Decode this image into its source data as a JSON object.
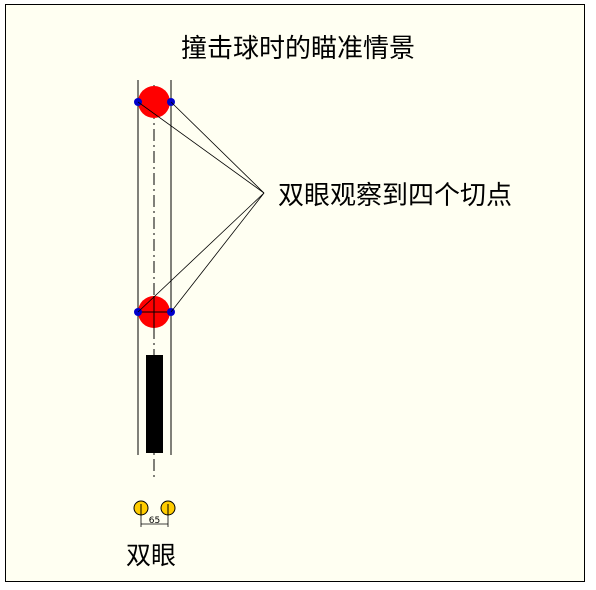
{
  "title": "撞击球时的瞄准情景",
  "callout": "双眼观察到四个切点",
  "eyes_label": "双眼",
  "eye_distance": "65",
  "colors": {
    "background": "#fffff2",
    "ball": "#ff0000",
    "tangent_point": "#0000cc",
    "cue": "#000000",
    "eye": "#ffcc00"
  }
}
